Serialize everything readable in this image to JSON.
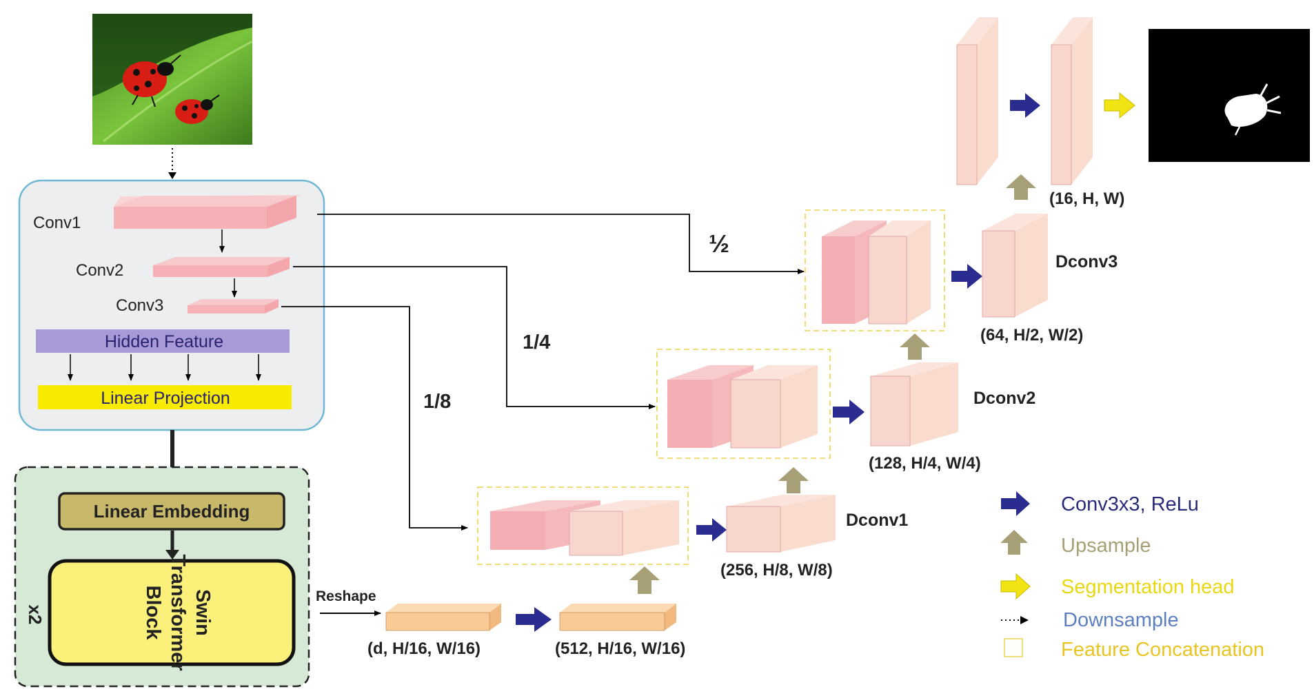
{
  "encoder": {
    "conv1_label": "Conv1",
    "conv2_label": "Conv2",
    "conv3_label": "Conv3",
    "hidden_feature_label": "Hidden Feature",
    "linear_projection_label": "Linear Projection"
  },
  "transformer": {
    "linear_embedding_label": "Linear Embedding",
    "swin_line1": "Swin",
    "swin_line2": "Transformer",
    "swin_line3": "Block",
    "repeat_label": "x2"
  },
  "reshape_label": "Reshape",
  "skip_labels": {
    "half": "½",
    "quarter": "1/4",
    "eighth": "1/8"
  },
  "shapes": {
    "d_shape": "(d, H/16, W/16)",
    "s512_shape": "(512, H/16, W/16)",
    "s256_shape": "(256, H/8, W/8)",
    "s128_shape": "(128, H/4, W/4)",
    "s64_shape": "(64, H/2, W/2)",
    "s16_shape": "(16, H, W)"
  },
  "decoder": {
    "dconv1_label": "Dconv1",
    "dconv2_label": "Dconv2",
    "dconv3_label": "Dconv3"
  },
  "legend": {
    "conv_label": "Conv3x3, ReLu",
    "upsample_label": "Upsample",
    "seg_head_label": "Segmentation head",
    "downsample_label": "Downsample",
    "concat_label": "Feature Concatenation"
  },
  "colors": {
    "pink_front": "#f7c5c3",
    "pink_dark": "#efa3a7",
    "peach": "#f9c996",
    "arrow_blue": "#2b2c8f",
    "arrow_olive": "#a79f76",
    "arrow_yellow": "#f2e313",
    "encoder_bg": "#eceef0",
    "encoder_border": "#6fb7d3",
    "transformer_bg": "#d6e8d6",
    "hidden_feature_bg": "#a79ad7",
    "projection_bg": "#f7eb00",
    "embedding_bg": "#c8b96a",
    "swin_bg": "#faf07a",
    "legend_conv_text": "#2a2b7a",
    "legend_upsample_text": "#a79f76",
    "legend_seg_text": "#e8d812",
    "legend_down_text": "#5d7fc0",
    "legend_concat_text": "#e8c522"
  },
  "icons": {
    "input_image": "ladybug-photo",
    "output_mask": "segmentation-mask",
    "conv_arrow": "blue-right-arrow",
    "upsample_arrow": "olive-up-arrow",
    "seg_arrow": "yellow-right-arrow",
    "down_arrow": "dotted-arrow",
    "concat_box": "dashed-square"
  }
}
